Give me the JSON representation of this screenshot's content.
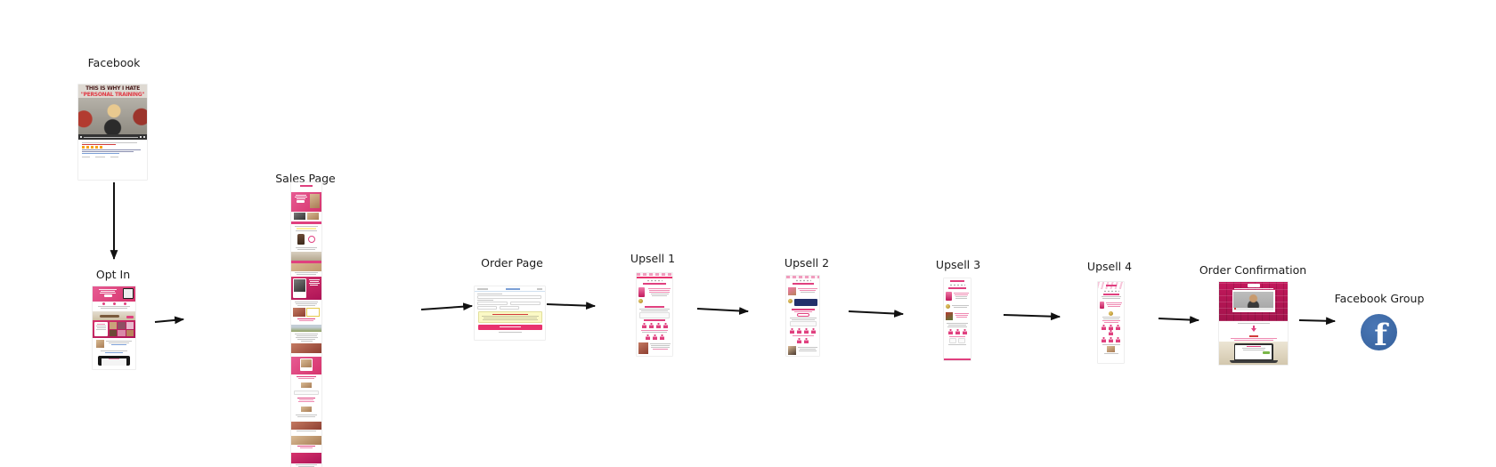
{
  "diagram": {
    "type": "funnel-flow",
    "background": "#ffffff",
    "arrow_color": "#111111",
    "accent_pink": "#e0407f",
    "facebook_blue": "#3d68a6"
  },
  "nodes": [
    {
      "id": "facebook",
      "label": "Facebook"
    },
    {
      "id": "opt-in",
      "label": "Opt In"
    },
    {
      "id": "sales-page",
      "label": "Sales Page"
    },
    {
      "id": "order-page",
      "label": "Order Page"
    },
    {
      "id": "upsell-1",
      "label": "Upsell 1"
    },
    {
      "id": "upsell-2",
      "label": "Upsell 2"
    },
    {
      "id": "upsell-3",
      "label": "Upsell 3"
    },
    {
      "id": "upsell-4",
      "label": "Upsell 4"
    },
    {
      "id": "order-confirmation",
      "label": "Order Confirmation"
    },
    {
      "id": "facebook-group",
      "label": "Facebook Group"
    }
  ],
  "connections": [
    {
      "from": "Facebook",
      "to": "Opt In"
    },
    {
      "from": "Opt In",
      "to": "Sales Page"
    },
    {
      "from": "Sales Page",
      "to": "Order Page"
    },
    {
      "from": "Order Page",
      "to": "Upsell 1"
    },
    {
      "from": "Upsell 1",
      "to": "Upsell 2"
    },
    {
      "from": "Upsell 2",
      "to": "Upsell 3"
    },
    {
      "from": "Upsell 3",
      "to": "Upsell 4"
    },
    {
      "from": "Upsell 4",
      "to": "Order Confirmation"
    },
    {
      "from": "Order Confirmation",
      "to": "Facebook Group"
    }
  ],
  "facebook_ad": {
    "headline_line1": "THIS IS WHY I HATE",
    "headline_line2": "\"PERSONAL TRAINING\""
  },
  "facebook_group": {
    "icon_letter": "f"
  }
}
